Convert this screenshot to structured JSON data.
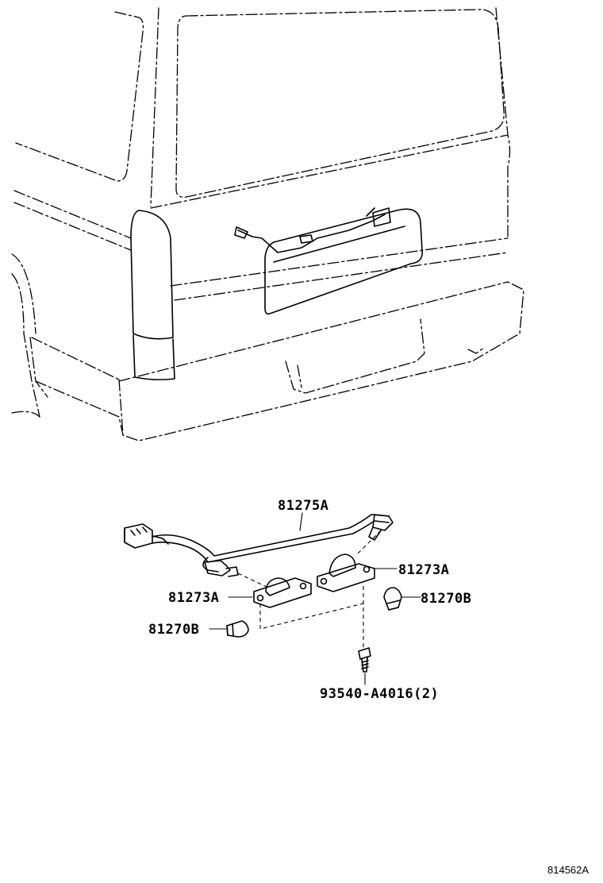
{
  "parts": {
    "wire_harness": "81275A",
    "lamp_assy_left": "81273A",
    "lamp_assy_right": "81273A",
    "bulb_left": "81270B",
    "bulb_right": "81270B",
    "screw": "93540-A4016(2)"
  },
  "illustration_id": "814562A"
}
